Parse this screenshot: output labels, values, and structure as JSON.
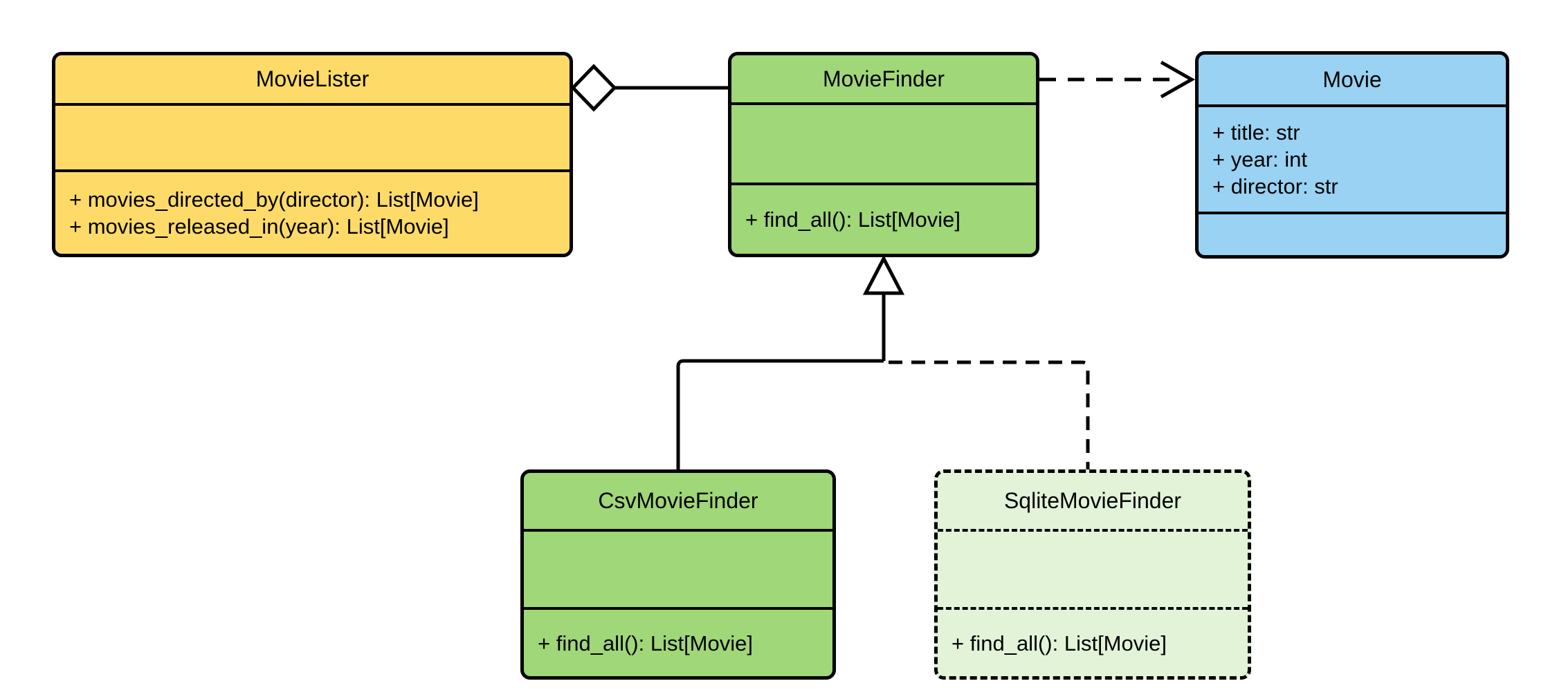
{
  "diagram": {
    "type": "uml-class-diagram",
    "background_color": "#ffffff",
    "stroke_color": "#000000",
    "classes": [
      {
        "name": "MovieLister",
        "fill": "#FEDB69",
        "border_style": "solid",
        "attributes": [],
        "methods": [
          "+ movies_directed_by(director): List[Movie]",
          "+ movies_released_in(year): List[Movie]"
        ]
      },
      {
        "name": "MovieFinder",
        "fill": "#A0D778",
        "border_style": "solid",
        "attributes": [],
        "methods": [
          "+ find_all(): List[Movie]"
        ]
      },
      {
        "name": "Movie",
        "fill": "#99D2F2",
        "border_style": "solid",
        "attributes": [
          "+ title: str",
          "+ year: int",
          "+ director: str"
        ],
        "methods": []
      },
      {
        "name": "CsvMovieFinder",
        "fill": "#A0D778",
        "border_style": "solid",
        "attributes": [],
        "methods": [
          "+ find_all(): List[Movie]"
        ]
      },
      {
        "name": "SqliteMovieFinder",
        "fill": "#E2F3D8",
        "border_style": "dashed",
        "attributes": [],
        "methods": [
          "+ find_all(): List[Movie]"
        ]
      }
    ],
    "relationships": [
      {
        "type": "aggregation",
        "from": "MovieLister",
        "to": "MovieFinder",
        "line": "solid",
        "marker": "hollow-diamond-at-MovieLister"
      },
      {
        "type": "dependency",
        "from": "MovieFinder",
        "to": "Movie",
        "line": "dashed",
        "marker": "open-arrow-at-Movie"
      },
      {
        "type": "generalization",
        "from": "CsvMovieFinder",
        "to": "MovieFinder",
        "line": "solid",
        "marker": "hollow-triangle-at-MovieFinder"
      },
      {
        "type": "generalization",
        "from": "SqliteMovieFinder",
        "to": "MovieFinder",
        "line": "dashed",
        "marker": "hollow-triangle-at-MovieFinder"
      }
    ]
  }
}
